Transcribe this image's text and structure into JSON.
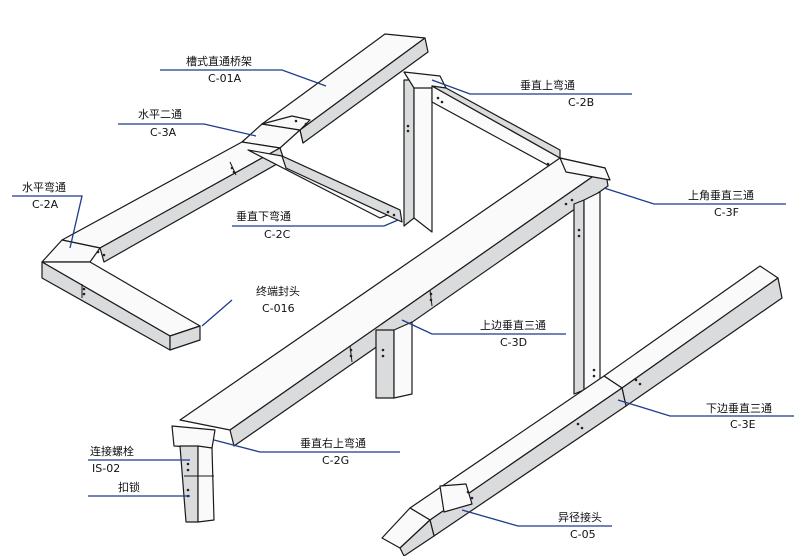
{
  "labels": {
    "c01a_name": "槽式直通桥架",
    "c01a_code": "C-01A",
    "c2b_name": "垂直上弯通",
    "c2b_code": "C-2B",
    "c3a_name": "水平二通",
    "c3a_code": "C-3A",
    "c2a_name": "水平弯通",
    "c2a_code": "C-2A",
    "c3f_name": "上角垂直三通",
    "c3f_code": "C-3F",
    "c2c_name": "垂直下弯通",
    "c2c_code": "C-2C",
    "c016_name": "终端封头",
    "c016_code": "C-016",
    "c3d_name": "上边垂直三通",
    "c3d_code": "C-3D",
    "c3e_name": "下边垂直三通",
    "c3e_code": "C-3E",
    "is02_name": "连接螺栓",
    "is02_code": "IS-02",
    "clip_name": "扣锁",
    "c2g_name": "垂直右上弯通",
    "c2g_code": "C-2G",
    "c05_name": "异径接头",
    "c05_code": "C-05"
  },
  "colors": {
    "leader": "#1f3b8a",
    "outline": "#1a1a1a",
    "tray_fill": "#f3f4f4",
    "tray_side": "#d9dbdc"
  }
}
